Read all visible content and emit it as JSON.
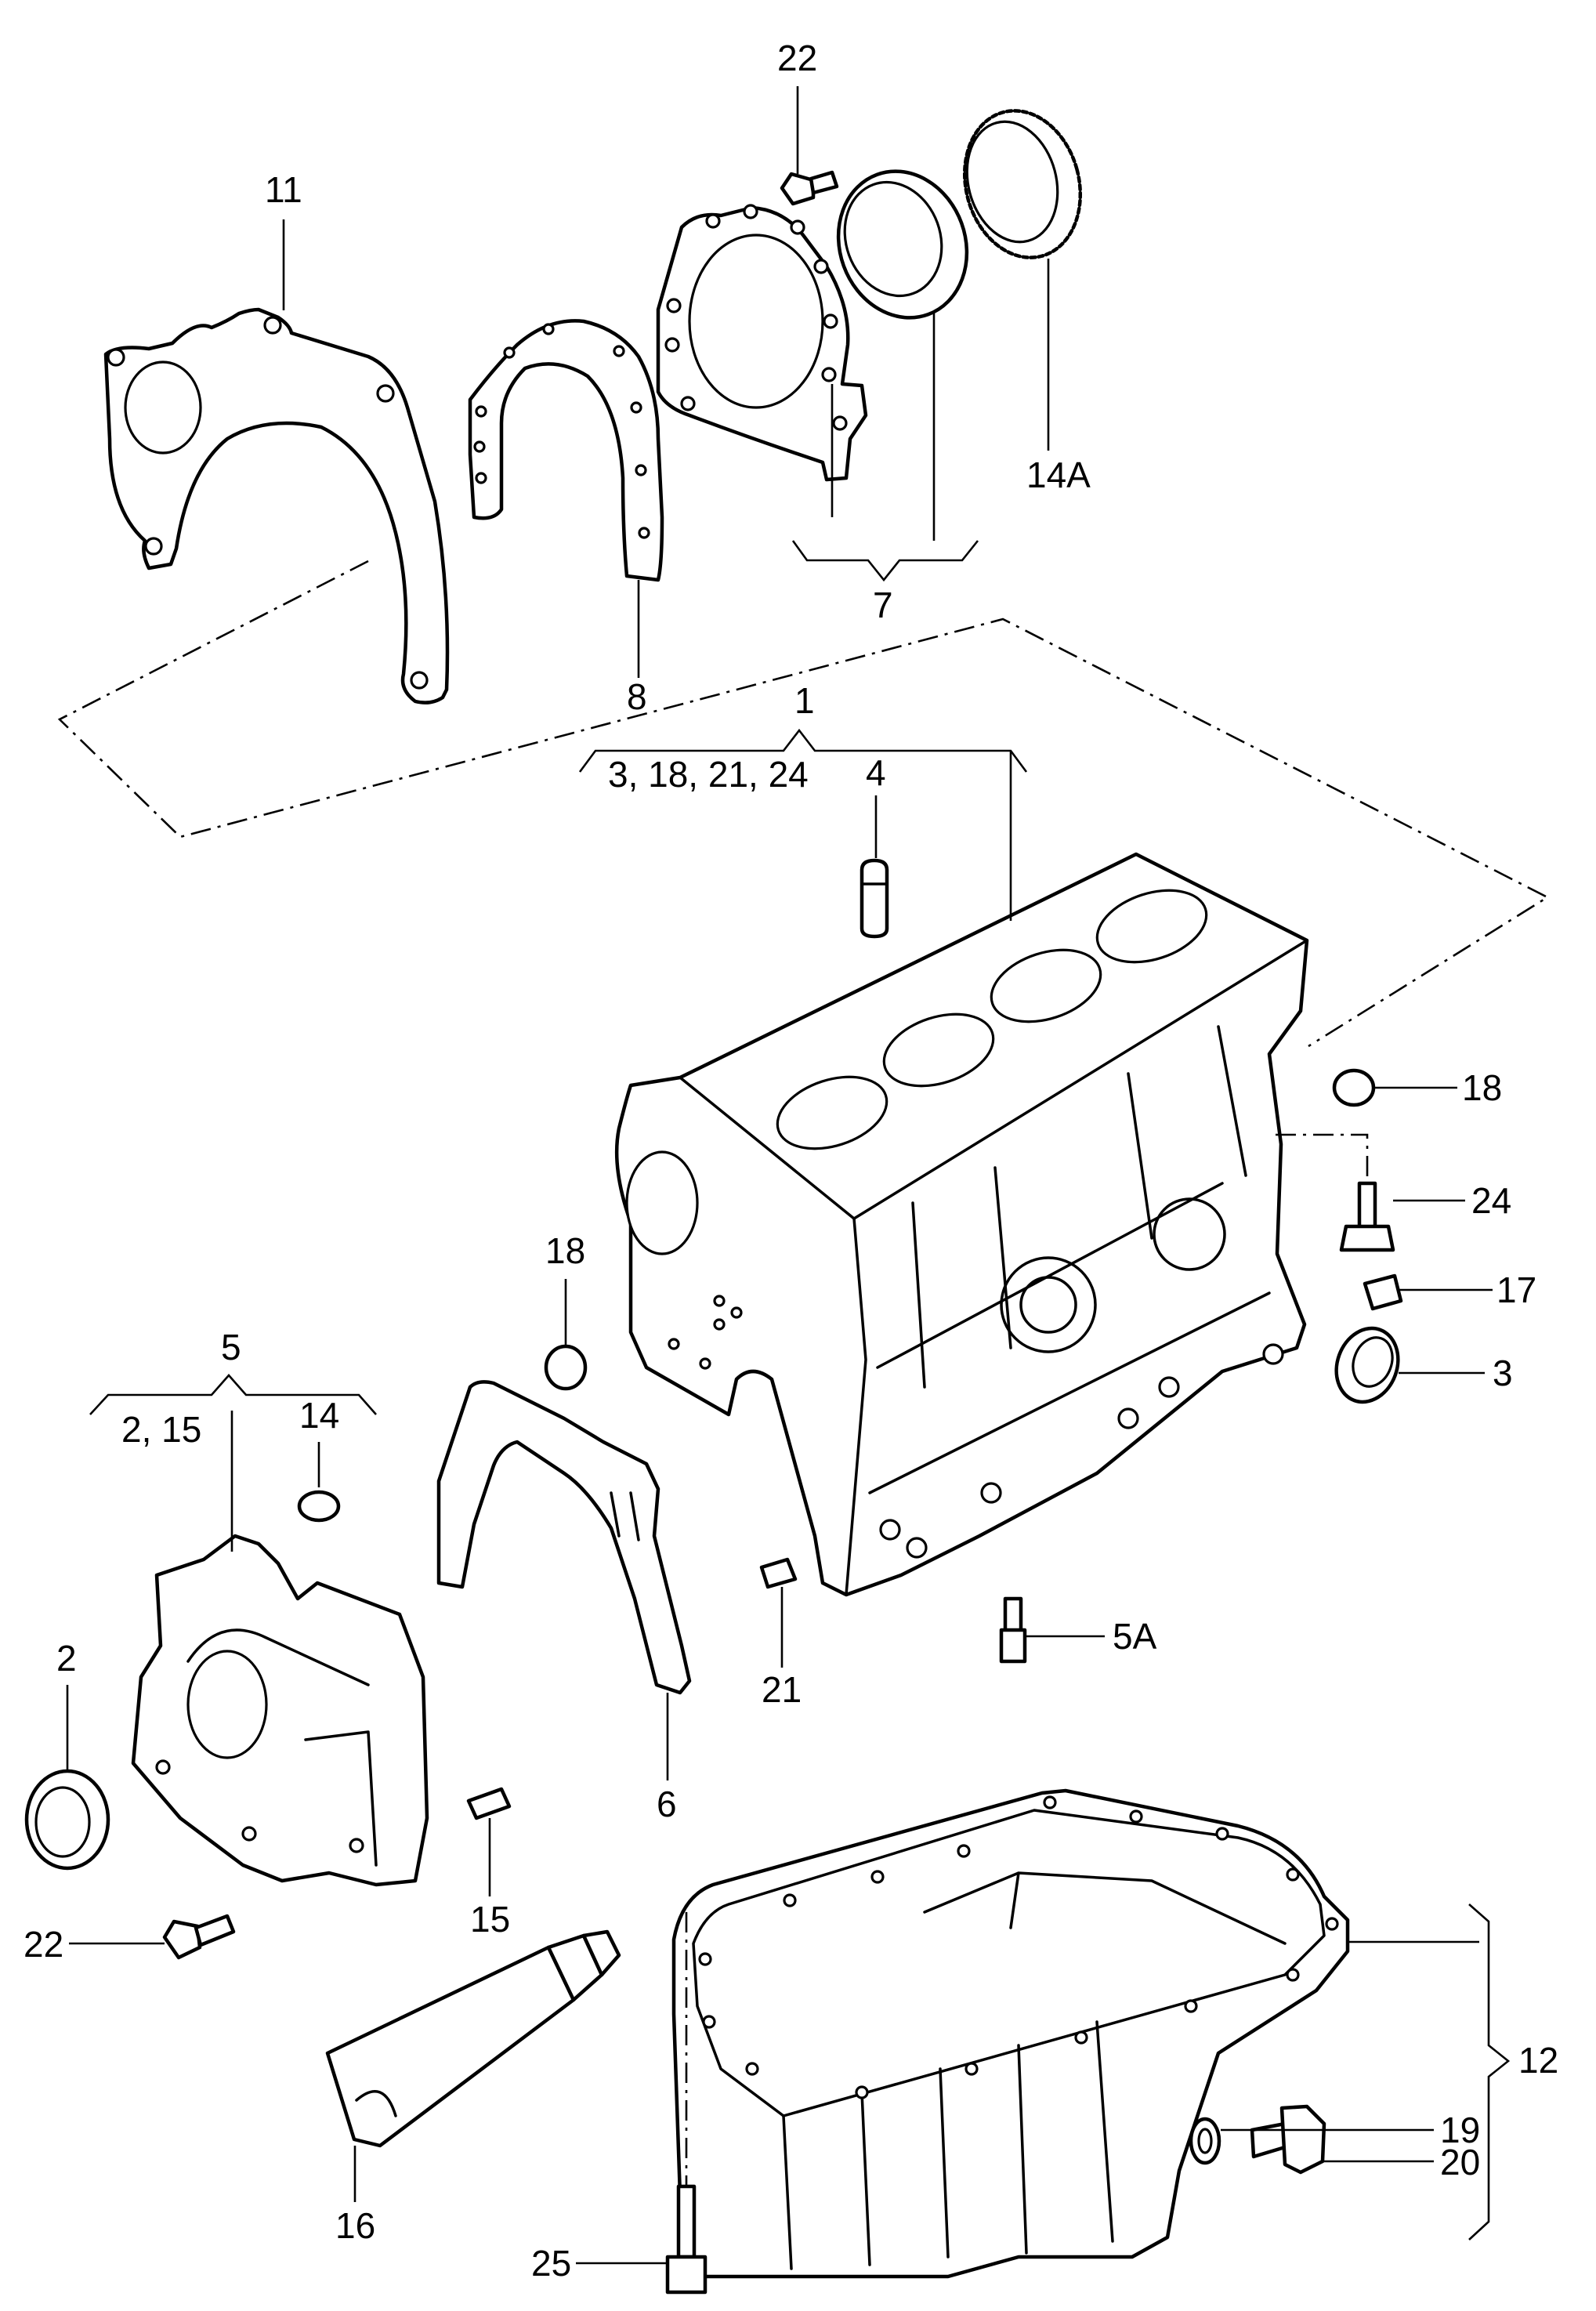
{
  "diagram": {
    "callouts": {
      "c22_top": "22",
      "c11": "11",
      "c14A": "14A",
      "c7": "7",
      "c8": "8",
      "c1": "1",
      "c1_sub": "3, 18, 21, 24",
      "c4": "4",
      "c18_right": "18",
      "c24": "24",
      "c17": "17",
      "c3": "3",
      "c18_left": "18",
      "c5": "5",
      "c5_sub": "2, 15",
      "c14": "14",
      "c2": "2",
      "c21": "21",
      "c5A": "5A",
      "c6": "6",
      "c15": "15",
      "c22_bottom": "22",
      "c12": "12",
      "c19": "19",
      "c20": "20",
      "c16": "16",
      "c25": "25"
    }
  }
}
